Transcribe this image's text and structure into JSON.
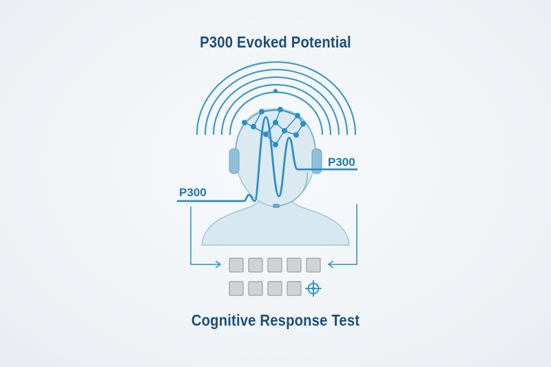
{
  "title": "P300 Evoked Potential",
  "subtitle": "Cognitive Response Test",
  "labels": {
    "right_wave": "P300",
    "left_wave": "P300"
  },
  "colors": {
    "title": "#1a4f7a",
    "accent": "#2a8fc4",
    "head_fill": "#d8e8f0",
    "tile_fill": "#d0d3d6",
    "background": "#f1f4f7"
  },
  "stimulus_grid": {
    "rows": 2,
    "top_row_tiles": 5,
    "bottom_row_tiles": 4,
    "target_icon": "crosshair-target-icon"
  },
  "icons": [
    "sound-arc-icon",
    "neural-network-icon",
    "headphone-icon",
    "microphone-icon",
    "arrow-right-icon",
    "arrow-left-icon",
    "crosshair-target-icon"
  ]
}
